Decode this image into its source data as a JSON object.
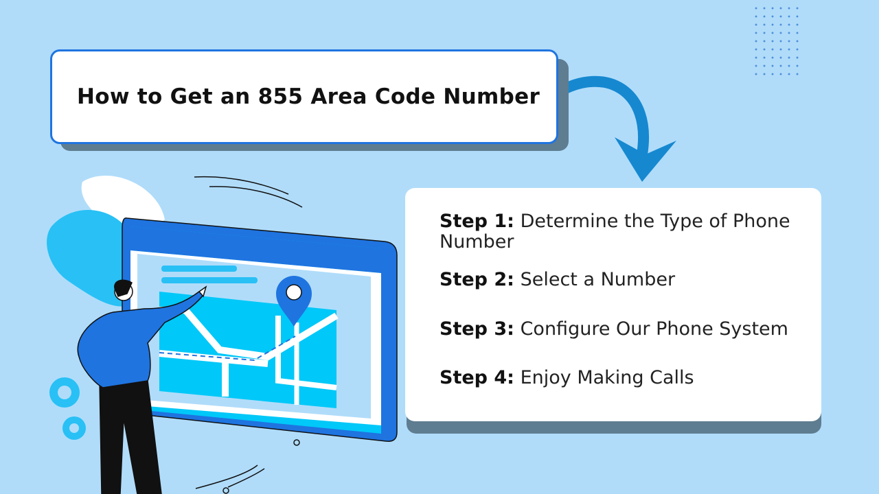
{
  "title": "How to Get an 855 Area Code Number",
  "steps": [
    {
      "label": "Step 1:",
      "text": "Determine the Type of Phone Number"
    },
    {
      "label": "Step 2:",
      "text": "Select a Number"
    },
    {
      "label": "Step 3:",
      "text": "Configure Our Phone System"
    },
    {
      "label": "Step 4:",
      "text": "Enjoy Making Calls"
    }
  ],
  "colors": {
    "background": "#b0dcfa",
    "accent": "#1f74e0",
    "cyan": "#00c8f8",
    "shadow": "#5f7d90"
  }
}
